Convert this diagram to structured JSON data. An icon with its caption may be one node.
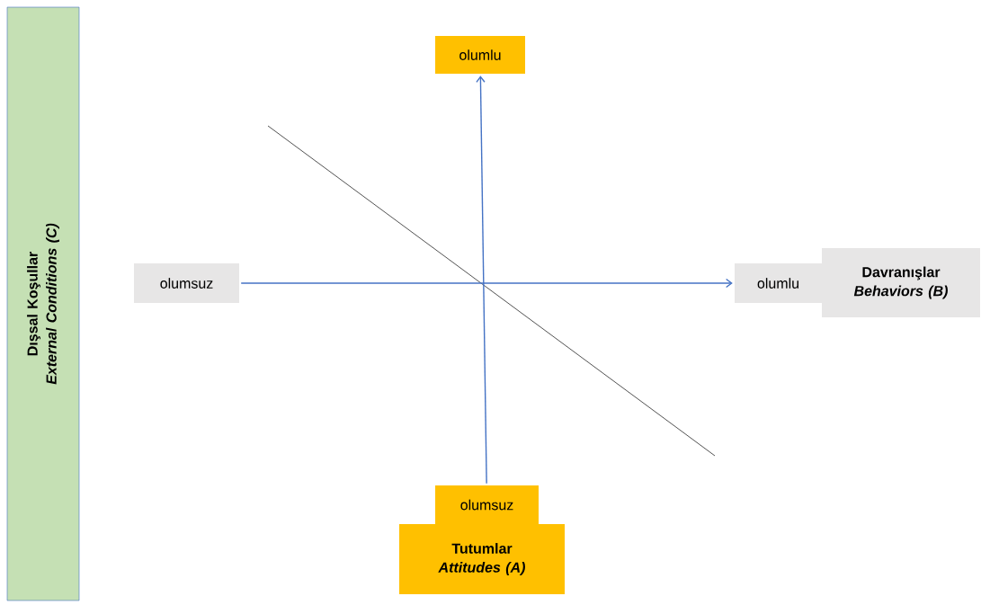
{
  "diagram": {
    "nodes": [
      {
        "text": [
          "Dışsal Koşullar",
          "External Conditions  (C)"
        ]
      },
      {
        "text": [
          "olumlu"
        ]
      },
      {
        "text": [
          "olumsuz"
        ]
      },
      {
        "text": [
          "olumlu"
        ]
      },
      {
        "text": [
          "Davranışlar",
          "Behaviors (B)"
        ]
      },
      {
        "text": [
          "olumsuz"
        ]
      },
      {
        "text": [
          "Tutumlar",
          "Attitudes (A)"
        ]
      }
    ],
    "edges": [
      {
        "from": 2,
        "to": 3,
        "arrow": "to"
      },
      {
        "from": 5,
        "to": 1,
        "arrow": "to"
      }
    ]
  }
}
